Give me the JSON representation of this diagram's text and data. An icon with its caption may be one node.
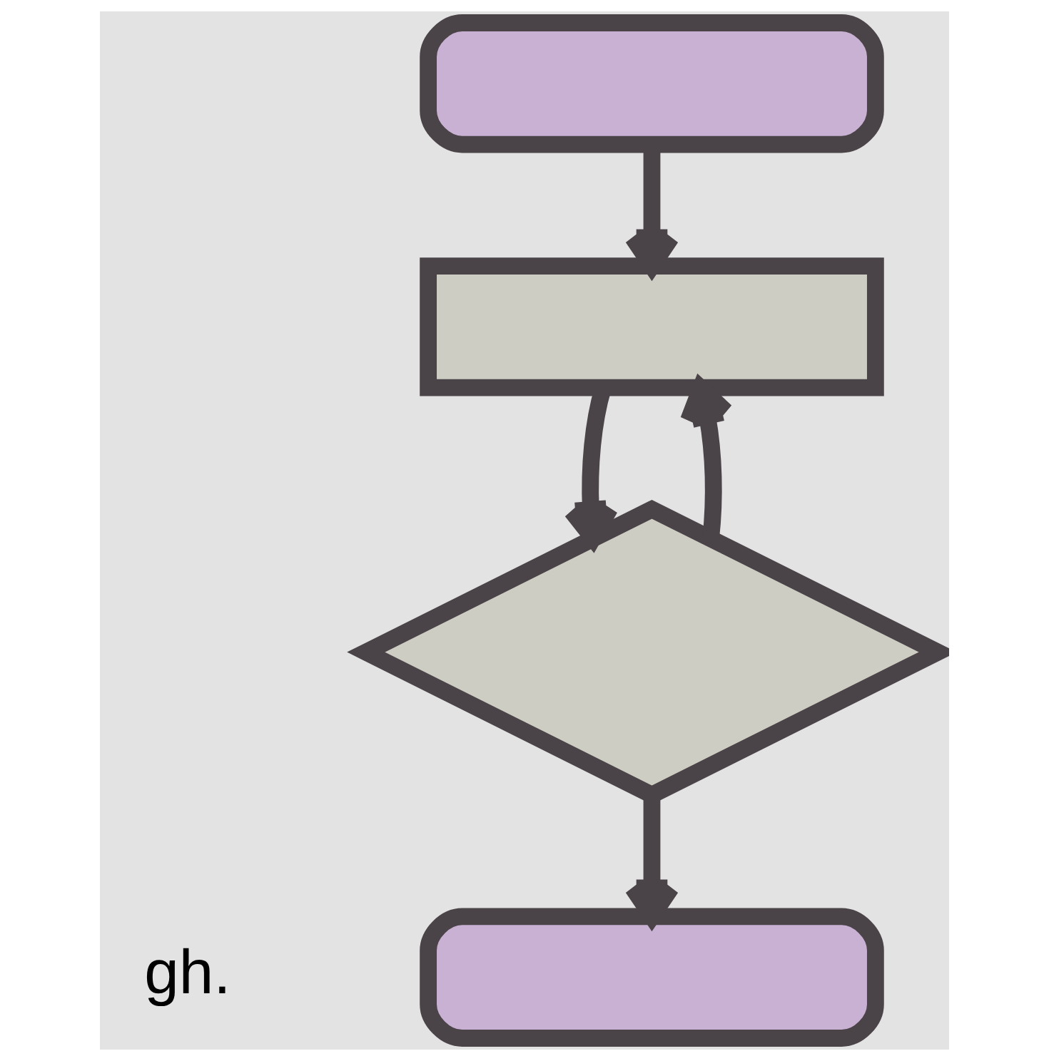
{
  "diagram": {
    "nodes": [
      {
        "text": [],
        "shape": "box"
      },
      {
        "text": [],
        "shape": "box"
      },
      {
        "text": [],
        "shape": "diamond"
      },
      {
        "text": [],
        "shape": "box"
      }
    ],
    "edges": [
      {
        "from": 0,
        "to": 1,
        "arrow": "to"
      },
      {
        "from": 1,
        "to": 2,
        "arrow": "to"
      },
      {
        "from": 2,
        "to": 1,
        "arrow": "to"
      },
      {
        "from": 2,
        "to": 3,
        "arrow": "to"
      }
    ],
    "labels": [
      "gh."
    ]
  }
}
